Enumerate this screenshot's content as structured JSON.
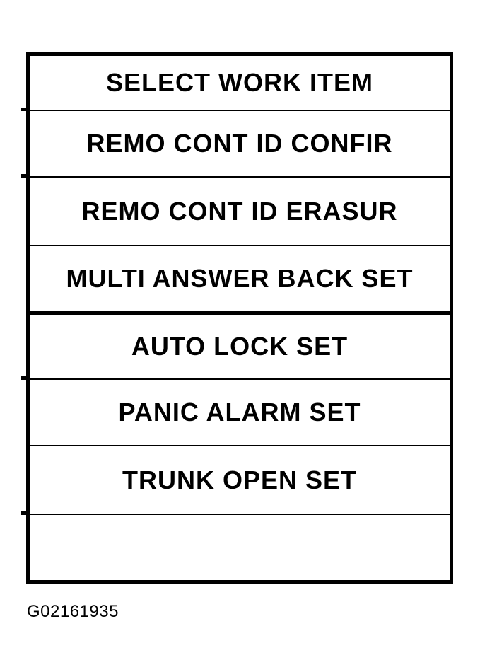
{
  "figure": {
    "caption": "G02161935"
  },
  "menu": {
    "items": [
      {
        "label": "SELECT WORK ITEM"
      },
      {
        "label": "REMO CONT ID CONFIR"
      },
      {
        "label": "REMO CONT ID ERASUR"
      },
      {
        "label": "MULTI ANSWER BACK SET"
      },
      {
        "label": "AUTO LOCK SET"
      },
      {
        "label": "PANIC ALARM SET"
      },
      {
        "label": "TRUNK OPEN SET"
      },
      {
        "label": ""
      }
    ]
  },
  "colors": {
    "ink": "#000000",
    "paper": "#ffffff"
  }
}
